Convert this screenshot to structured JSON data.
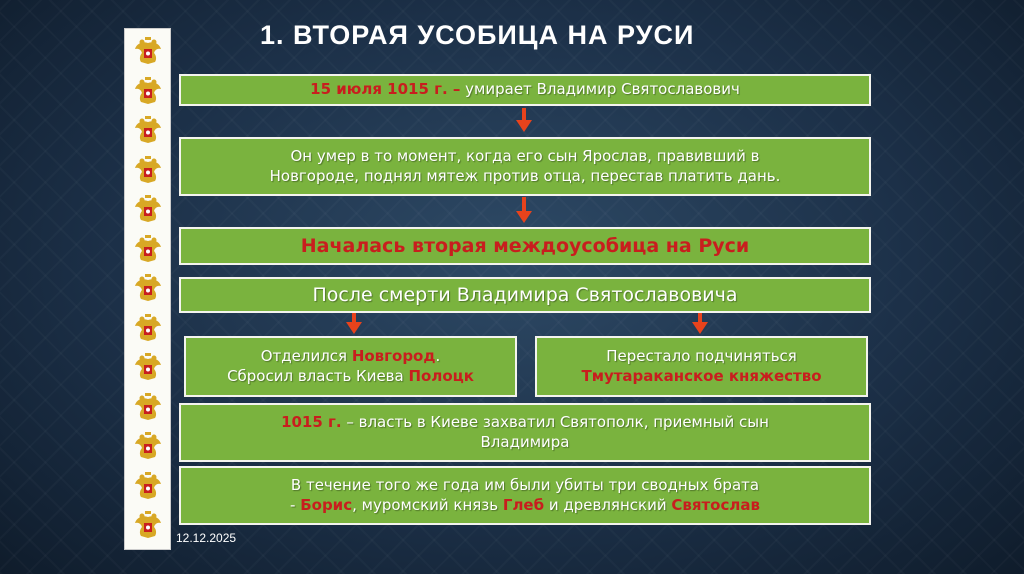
{
  "title": "1. ВТОРАЯ УСОБИЦА НА РУСИ",
  "box1": {
    "date": "15 июля 1015 г. –",
    "text": " умирает Владимир Святославович"
  },
  "box2": {
    "line1": "Он умер в то момент, когда его сын Ярослав, правивший в",
    "line2": "Новгороде, поднял мятеж против отца, перестав платить дань."
  },
  "box3": {
    "text": "Началась вторая междоусобица на Руси"
  },
  "box4": {
    "text": "После смерти Владимира Святославовича"
  },
  "box5": {
    "l1a": "Отделился ",
    "l1b": "Новгород",
    "l1c": ".",
    "l2a": "Сбросил власть Киева ",
    "l2b": "Полоцк"
  },
  "box6": {
    "line1": "Перестало подчиняться",
    "line2": "Тмутараканское княжество"
  },
  "box7": {
    "date": "1015 г.",
    "line1": " – власть в Киеве захватил Святополк, приемный сын",
    "line2": "Владимира"
  },
  "box8": {
    "line1": "В течение того же года им были убиты три сводных брата",
    "l2a": "- ",
    "l2b": "Борис",
    "l2c": ", муромский князь ",
    "l2d": "Глеб",
    "l2e": " и древлянский ",
    "l2f": "Святослав"
  },
  "footer_date": "12.12.2025",
  "colors": {
    "box": "#7ab33e",
    "accent": "#c81e1e",
    "arrow": "#e8431c"
  }
}
